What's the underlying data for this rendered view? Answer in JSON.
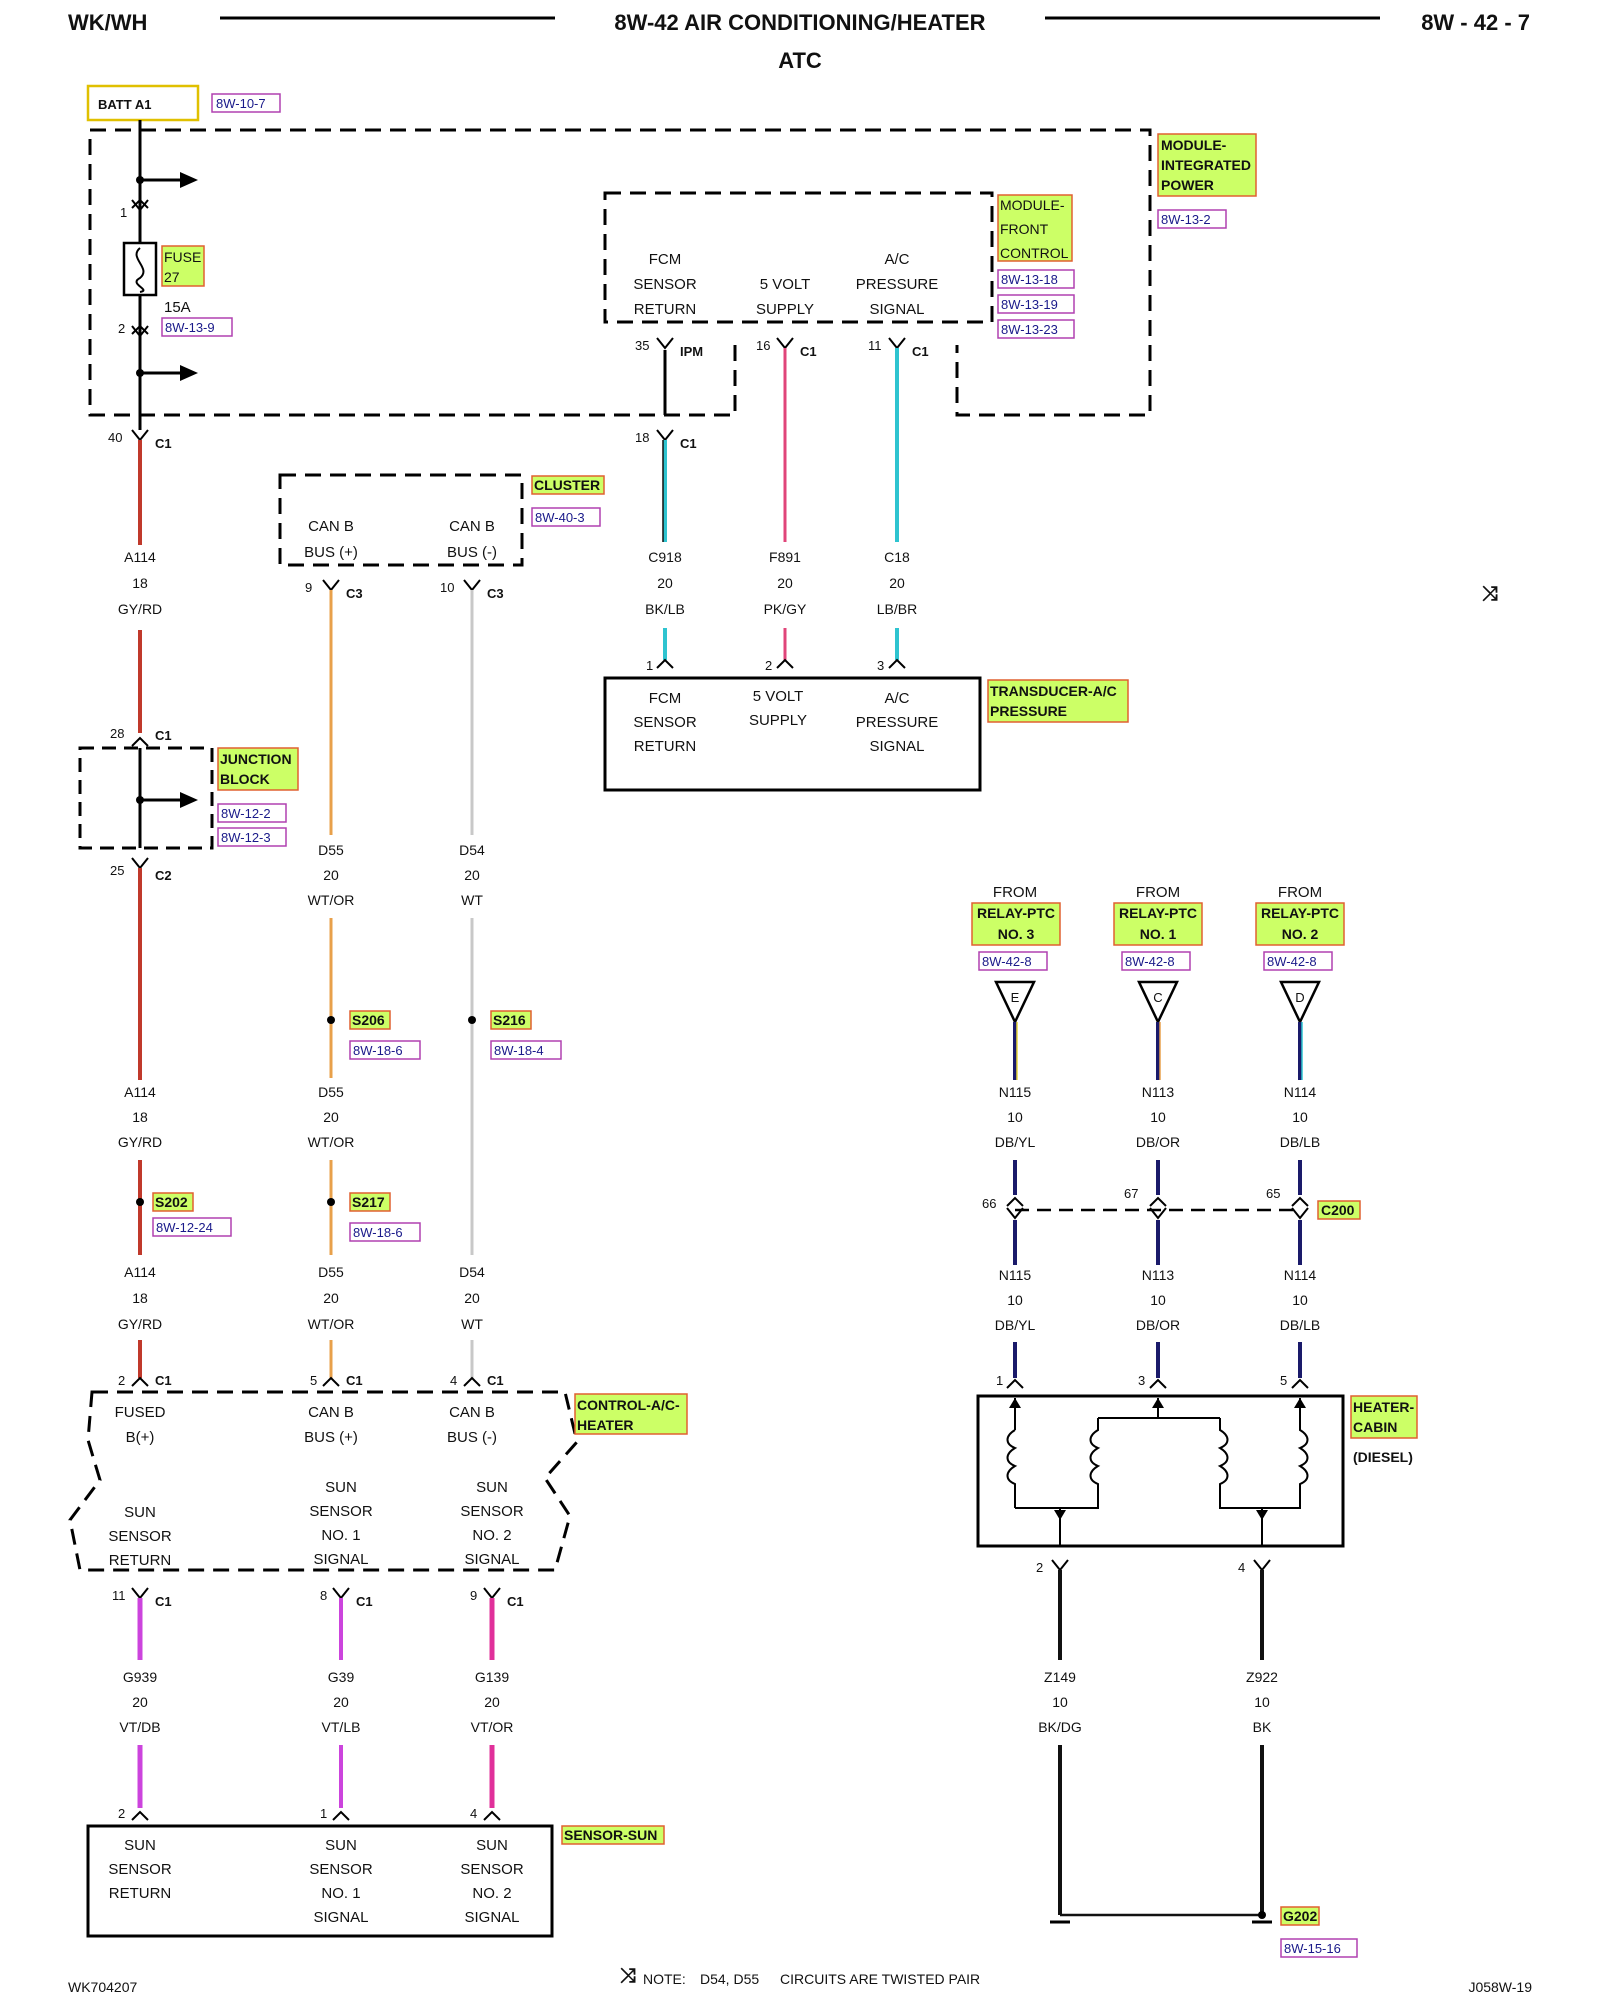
{
  "header": {
    "left": "WK/WH",
    "title": "8W-42 AIR CONDITIONING/HEATER",
    "subtitle": "ATC",
    "right": "8W - 42 - 7"
  },
  "batt": {
    "label": "BATT A1",
    "ref": "8W-10-7"
  },
  "module_ipm": {
    "name1": "MODULE-",
    "name2": "INTEGRATED",
    "name3": "POWER",
    "ref": "8W-13-2"
  },
  "fuse": {
    "word": "FUSE",
    "num": "27",
    "rating": "15A",
    "ref": "8W-13-9",
    "pin_in": "1",
    "pin_out": "2"
  },
  "fcm": {
    "name1": "MODULE-",
    "name2": "FRONT",
    "name3": "CONTROL",
    "refs": [
      "8W-13-18",
      "8W-13-19",
      "8W-13-23"
    ],
    "col1": [
      "FCM",
      "SENSOR",
      "RETURN"
    ],
    "col2": [
      "5 VOLT",
      "SUPPLY"
    ],
    "col3": [
      "A/C",
      "PRESSURE",
      "SIGNAL"
    ],
    "pins": {
      "p1": "35",
      "c1": "IPM",
      "p2": "16",
      "c2": "C1",
      "p3": "11",
      "c3": "C1"
    }
  },
  "conn_40": {
    "pin": "40",
    "con": "C1"
  },
  "conn_18": {
    "pin": "18",
    "con": "C1"
  },
  "cluster": {
    "name": "CLUSTER",
    "ref": "8W-40-3",
    "col1": [
      "CAN B",
      "BUS (+)"
    ],
    "col2": [
      "CAN B",
      "BUS (-)"
    ],
    "pin1": "9",
    "con1": "C3",
    "pin2": "10",
    "con2": "C3"
  },
  "wires": {
    "a114_1": [
      "A114",
      "18",
      "GY/RD"
    ],
    "c918": [
      "C918",
      "20",
      "BK/LB"
    ],
    "f891": [
      "F891",
      "20",
      "PK/GY"
    ],
    "c18": [
      "C18",
      "20",
      "LB/BR"
    ],
    "d55_1": [
      "D55",
      "20",
      "WT/OR"
    ],
    "d54_1": [
      "D54",
      "20",
      "WT"
    ],
    "a114_2": [
      "A114",
      "18",
      "GY/RD"
    ],
    "d55_2": [
      "D55",
      "20",
      "WT/OR"
    ],
    "a114_3": [
      "A114",
      "18",
      "GY/RD"
    ],
    "d55_3": [
      "D55",
      "20",
      "WT/OR"
    ],
    "d54_3": [
      "D54",
      "20",
      "WT"
    ],
    "g939": [
      "G939",
      "20",
      "VT/DB"
    ],
    "g39": [
      "G39",
      "20",
      "VT/LB"
    ],
    "g139": [
      "G139",
      "20",
      "VT/OR"
    ],
    "n115_1": [
      "N115",
      "10",
      "DB/YL"
    ],
    "n113_1": [
      "N113",
      "10",
      "DB/OR"
    ],
    "n114_1": [
      "N114",
      "10",
      "DB/LB"
    ],
    "n115_2": [
      "N115",
      "10",
      "DB/YL"
    ],
    "n113_2": [
      "N113",
      "10",
      "DB/OR"
    ],
    "n114_2": [
      "N114",
      "10",
      "DB/LB"
    ],
    "z149": [
      "Z149",
      "10",
      "BK/DG"
    ],
    "z922": [
      "Z922",
      "10",
      "BK"
    ]
  },
  "transducer": {
    "name1": "TRANSDUCER-A/C",
    "name2": "PRESSURE",
    "col1": [
      "FCM",
      "SENSOR",
      "RETURN"
    ],
    "col2": [
      "5 VOLT",
      "SUPPLY"
    ],
    "col3": [
      "A/C",
      "PRESSURE",
      "SIGNAL"
    ],
    "pins": [
      "1",
      "2",
      "3"
    ]
  },
  "junction": {
    "name1": "JUNCTION",
    "name2": "BLOCK",
    "refs": [
      "8W-12-2",
      "8W-12-3"
    ],
    "pin_top": "28",
    "con_top": "C1",
    "pin_bot": "25",
    "con_bot": "C2"
  },
  "splices": {
    "s206": {
      "name": "S206",
      "ref": "8W-18-6"
    },
    "s216": {
      "name": "S216",
      "ref": "8W-18-4"
    },
    "s202": {
      "name": "S202",
      "ref": "8W-12-24"
    },
    "s217": {
      "name": "S217",
      "ref": "8W-18-6"
    }
  },
  "control": {
    "name1": "CONTROL-A/C-",
    "name2": "HEATER",
    "top1": [
      "FUSED",
      "B(+)"
    ],
    "top2": [
      "CAN B",
      "BUS (+)"
    ],
    "top3": [
      "CAN B",
      "BUS (-)"
    ],
    "bot1": [
      "SUN",
      "SENSOR",
      "RETURN"
    ],
    "bot2": [
      "SUN",
      "SENSOR",
      "NO. 1",
      "SIGNAL"
    ],
    "bot3": [
      "SUN",
      "SENSOR",
      "NO. 2",
      "SIGNAL"
    ],
    "top_pins": [
      "2",
      "5",
      "4"
    ],
    "top_con": "C1",
    "bot_pins": [
      "11",
      "8",
      "9"
    ],
    "bot_con": "C1"
  },
  "sensor_sun": {
    "name": "SENSOR-SUN",
    "col1": [
      "SUN",
      "SENSOR",
      "RETURN"
    ],
    "col2": [
      "SUN",
      "SENSOR",
      "NO. 1",
      "SIGNAL"
    ],
    "col3": [
      "SUN",
      "SENSOR",
      "NO. 2",
      "SIGNAL"
    ],
    "pins": [
      "2",
      "1",
      "4"
    ]
  },
  "relays": [
    {
      "from": "FROM",
      "name1": "RELAY-PTC",
      "name2": "NO. 3",
      "ref": "8W-42-8",
      "letter": "E"
    },
    {
      "from": "FROM",
      "name1": "RELAY-PTC",
      "name2": "NO. 1",
      "ref": "8W-42-8",
      "letter": "C"
    },
    {
      "from": "FROM",
      "name1": "RELAY-PTC",
      "name2": "NO. 2",
      "ref": "8W-42-8",
      "letter": "D"
    }
  ],
  "c200": {
    "name": "C200",
    "pins": [
      "66",
      "67",
      "65"
    ]
  },
  "heater": {
    "name1": "HEATER-",
    "name2": "CABIN",
    "name3": "(DIESEL)",
    "in_pins": [
      "1",
      "3",
      "5"
    ],
    "out_pins": [
      "2",
      "4"
    ]
  },
  "ground": {
    "name": "G202",
    "ref": "8W-15-16"
  },
  "footer": {
    "left": "WK704207",
    "note_label": "NOTE:",
    "note_circuits": "D54, D55",
    "note_text": "CIRCUITS ARE TWISTED PAIR",
    "right": "J058W-19"
  },
  "colors": {
    "gy_rd": "#c0392b",
    "orange": "#e8a04a",
    "white_wire": "#c8c8c8",
    "cyan": "#2ec4d0",
    "pink": "#e0457a",
    "violet": "#cc44dd",
    "magenta": "#e0309a",
    "highlight_fill": "#ccff66",
    "highlight_border": "#e06030",
    "ref_border": "#b040b0",
    "batt_border": "#e0c000"
  }
}
